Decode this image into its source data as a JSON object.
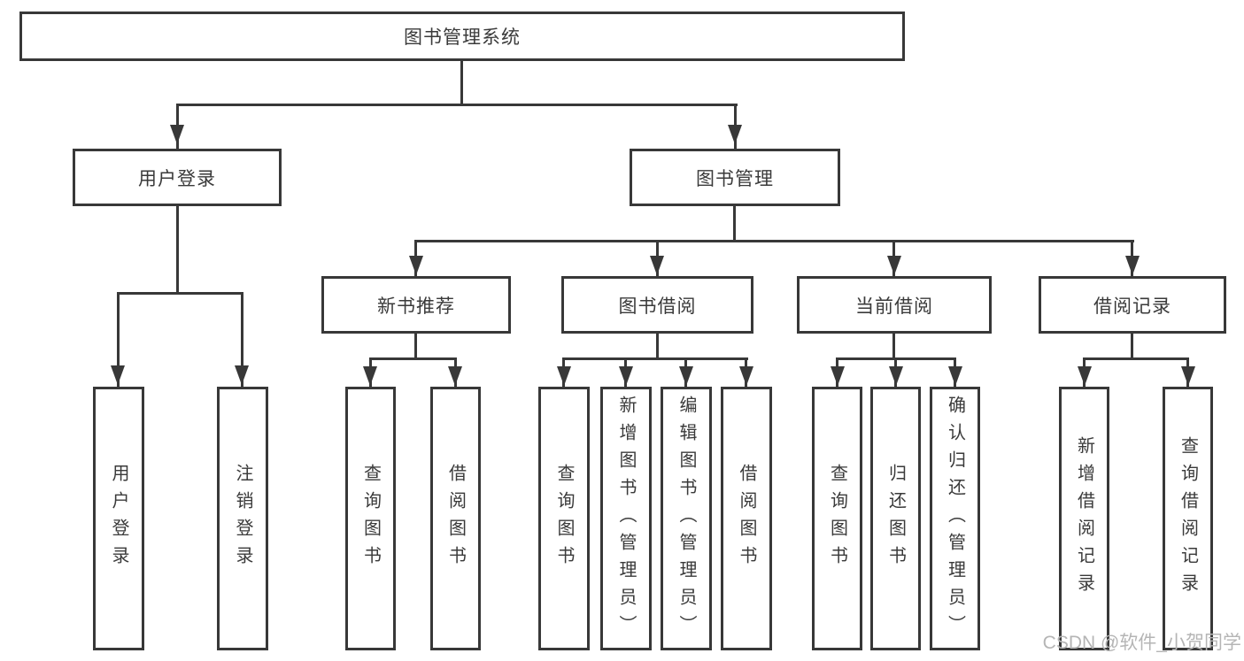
{
  "tree": {
    "label": "图书管理系统",
    "children": [
      {
        "label": "用户登录",
        "children": [
          {
            "label": "用户登录"
          },
          {
            "label": "注销登录"
          }
        ]
      },
      {
        "label": "图书管理",
        "children": [
          {
            "label": "新书推荐",
            "children": [
              {
                "label": "查询图书"
              },
              {
                "label": "借阅图书"
              }
            ]
          },
          {
            "label": "图书借阅",
            "children": [
              {
                "label": "查询图书"
              },
              {
                "label": "新增图书（管理员）"
              },
              {
                "label": "编辑图书（管理员）"
              },
              {
                "label": "借阅图书"
              }
            ]
          },
          {
            "label": "当前借阅",
            "children": [
              {
                "label": "查询图书"
              },
              {
                "label": "归还图书"
              },
              {
                "label": "确认归还（管理员）"
              }
            ]
          },
          {
            "label": "借阅记录",
            "children": [
              {
                "label": "新增借阅记录"
              },
              {
                "label": "查询借阅记录"
              }
            ]
          }
        ]
      }
    ]
  },
  "watermark": {
    "text": "CSDN @软件_小贺同学"
  },
  "colors": {
    "line": "#383838",
    "text": "#3a3a3a",
    "watermark": "#b5b5b5",
    "background": "#ffffff"
  }
}
